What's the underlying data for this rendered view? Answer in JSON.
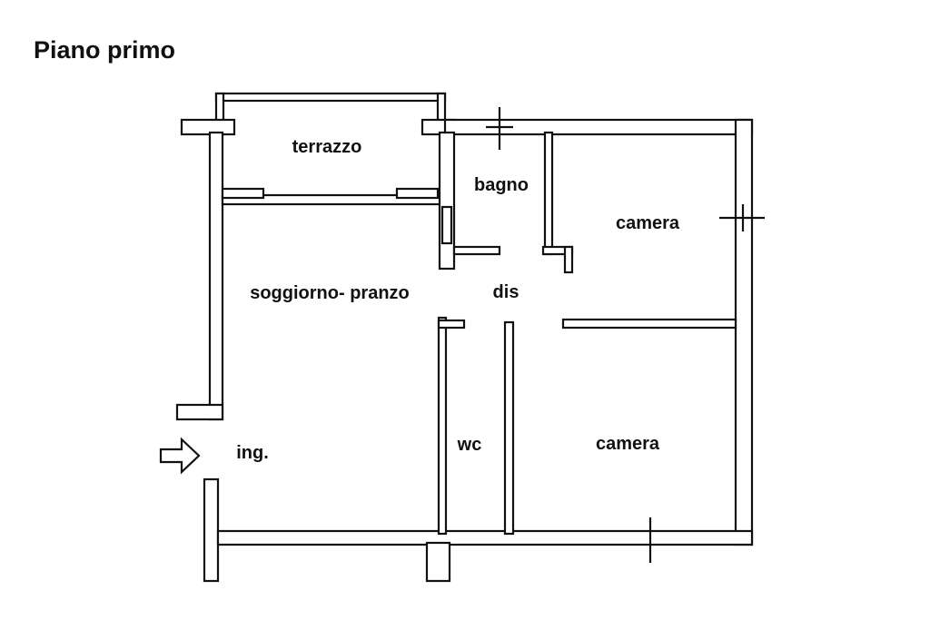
{
  "title": "Piano primo",
  "rooms": {
    "terrazzo": "terrazzo",
    "bagno": "bagno",
    "camera_1": "camera",
    "soggiorno": "soggiorno- pranzo",
    "dis": "dis",
    "wc": "wc",
    "camera_2": "camera",
    "ingresso": "ing."
  },
  "icons": {
    "entrance": "arrow-right-icon"
  }
}
